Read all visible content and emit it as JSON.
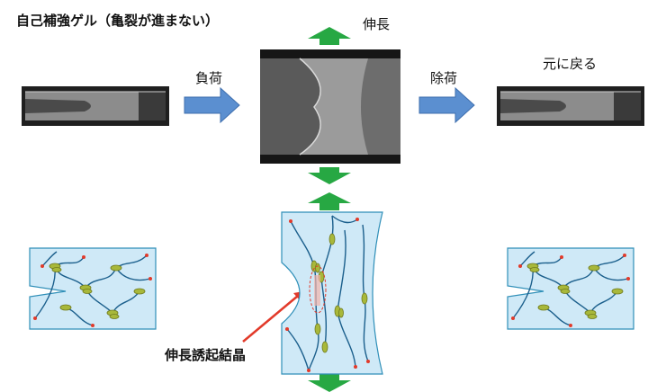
{
  "title": "自己補強ゲル（亀裂が進まない）",
  "labels": {
    "stretch": "伸長",
    "load": "負荷",
    "unload": "除荷",
    "recover": "元に戻る",
    "strain_induced_crystallization": "伸長誘起結晶"
  },
  "colors": {
    "blue_arrow": "#5b8fd0",
    "green_arrow": "#27a843",
    "gel_fill": "#cfe9f7",
    "gel_stroke": "#2f8fb8",
    "chain": "#1b5f8c",
    "crystallite": "#a8b83a",
    "crack_marker": "#e23a2a",
    "photo_gel": "#8c8c8c"
  }
}
